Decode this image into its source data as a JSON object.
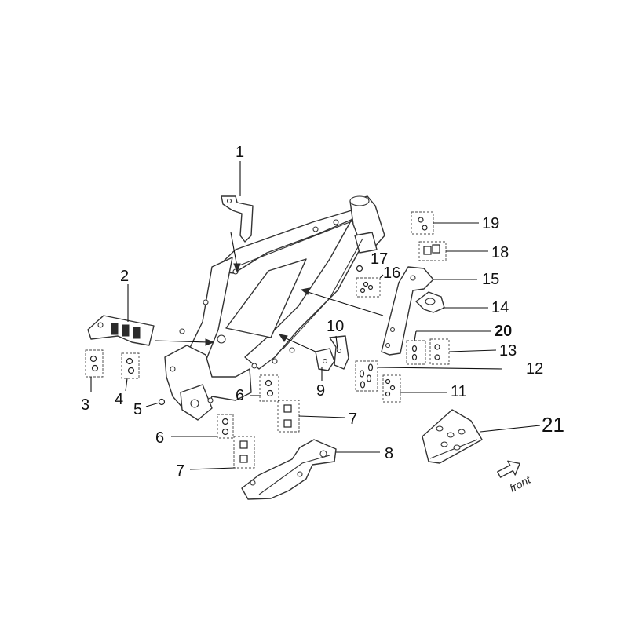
{
  "callouts": {
    "c1": "1",
    "c2": "2",
    "c3": "3",
    "c4": "4",
    "c5": "5",
    "c6a": "6",
    "c6b": "6",
    "c7a": "7",
    "c7b": "7",
    "c8": "8",
    "c9": "9",
    "c10": "10",
    "c11": "11",
    "c12": "12",
    "c13": "13",
    "c14": "14",
    "c15": "15",
    "c16": "16",
    "c17": "17",
    "c18": "18",
    "c19": "19",
    "c20": "20",
    "c21": "21"
  },
  "orientation": {
    "label": "front",
    "icon": "arrow-right-icon"
  },
  "colors": {
    "line": "#333333",
    "background": "#ffffff"
  }
}
